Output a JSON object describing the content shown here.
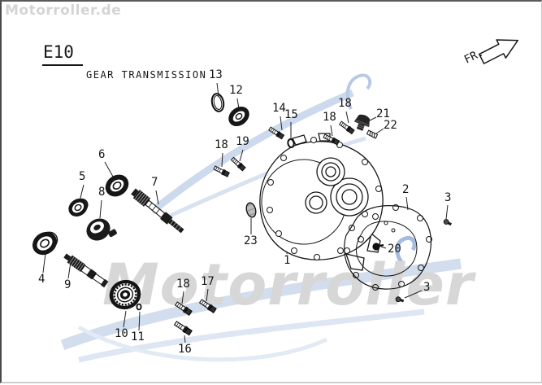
{
  "watermarks": {
    "corner": "Motorroller.de",
    "big": "Motorroller"
  },
  "header": {
    "code": "E10",
    "title": "GEAR TRANSMISSION",
    "direction": "FR."
  },
  "callouts": [
    {
      "num": "13"
    },
    {
      "num": "12"
    },
    {
      "num": "14"
    },
    {
      "num": "15"
    },
    {
      "num": "18"
    },
    {
      "num": "18"
    },
    {
      "num": "21"
    },
    {
      "num": "22"
    },
    {
      "num": "18"
    },
    {
      "num": "19"
    },
    {
      "num": "6"
    },
    {
      "num": "5"
    },
    {
      "num": "8"
    },
    {
      "num": "7"
    },
    {
      "num": "4"
    },
    {
      "num": "9"
    },
    {
      "num": "10"
    },
    {
      "num": "11"
    },
    {
      "num": "23"
    },
    {
      "num": "1"
    },
    {
      "num": "2"
    },
    {
      "num": "20"
    },
    {
      "num": "3"
    },
    {
      "num": "3"
    },
    {
      "num": "18"
    },
    {
      "num": "17"
    },
    {
      "num": "16"
    }
  ],
  "colors": {
    "ink": "#161616",
    "watermark_gray": "#d7d7d7",
    "watermark_blue": "#c9d7ec",
    "watermark_blue_dark": "#a5bcde",
    "page_background": "#ffffff"
  }
}
